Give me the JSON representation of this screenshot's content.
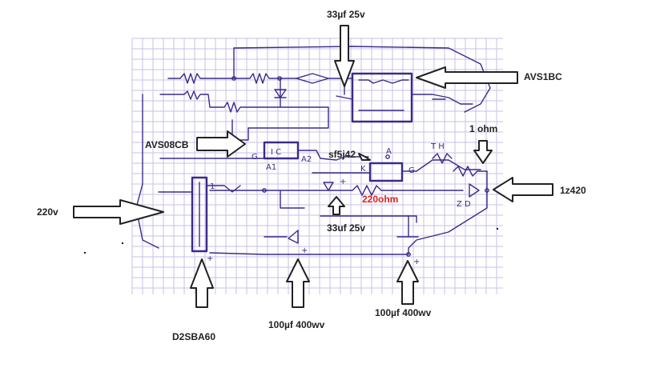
{
  "labels": {
    "cap_top": "33µf 25v",
    "avs1bc": "AVS1BC",
    "avs08cb": "AVS08CB",
    "one_ohm": "1 ohm",
    "sf5j42": "sf5j42",
    "r220": "220ohm",
    "v220": "220v",
    "iz420": "1z420",
    "cap_mid": "33uf 25v",
    "d2sba60": "D2SBA60",
    "cap_400_left": "100µf 400wv",
    "cap_400_right": "100µf 400wv"
  },
  "handwriting": {
    "ic": "I C",
    "g_left": "G",
    "a1": "A1",
    "a2": "A2",
    "k": "K",
    "a": "A",
    "g_right": "G",
    "th": "T H",
    "zd": "Z D",
    "plus_mid": "+",
    "plus_bottom_left": "+",
    "plus_bottom_right": "+",
    "plus_bridge": "+",
    "one": "1"
  },
  "colors": {
    "ink": "#3d2a8a",
    "grid": "#c8c0e6",
    "label": "#222222",
    "label_accent": "#e0201f"
  }
}
